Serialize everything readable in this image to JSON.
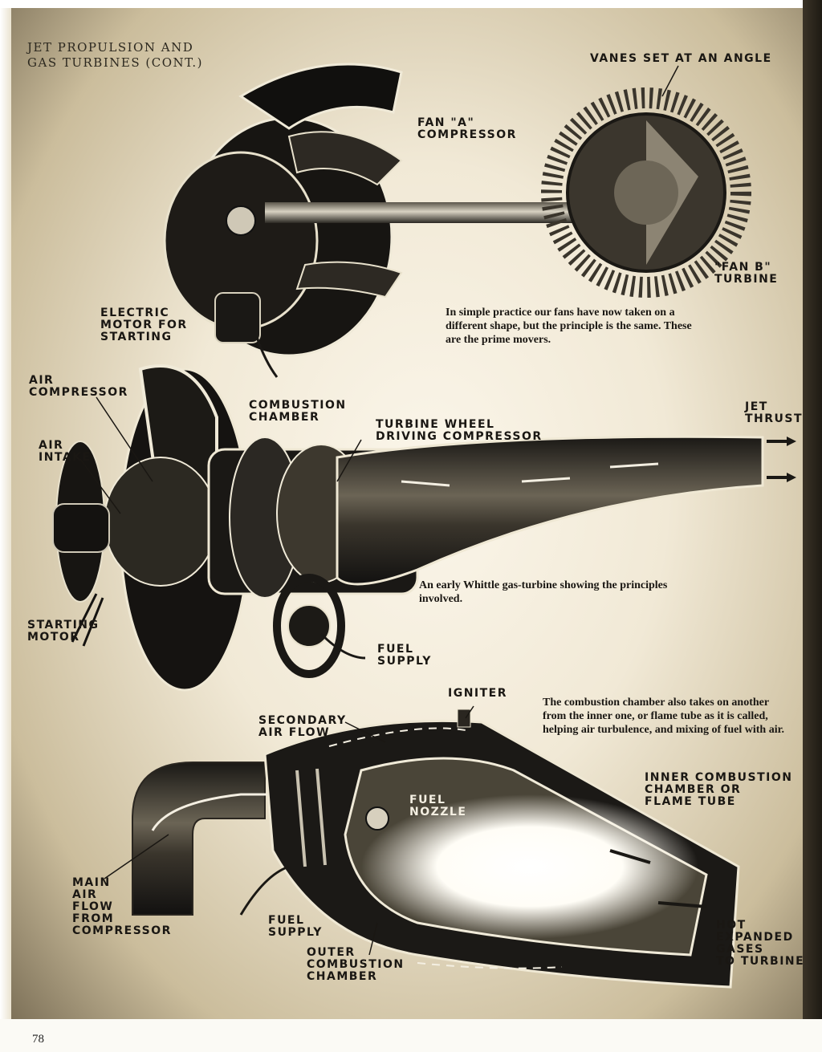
{
  "header": "JET PROPULSION AND\nGAS TURBINES (CONT.)",
  "fig1": {
    "vanes_label": "VANES SET AT AN ANGLE",
    "fan_a_label": "FAN \"A\"\nCOMPRESSOR",
    "fan_b_label": "\"FAN B\"\nTURBINE",
    "motor_label": "ELECTRIC\nMOTOR FOR\nSTARTING",
    "caption": "In simple practice our fans have now taken on a different shape, but the principle is the same. These are the prime movers."
  },
  "fig2": {
    "air_compressor_label": "AIR\nCOMPRESSOR",
    "air_intake_label": "AIR\nINTAKE",
    "combustion_chamber_label": "COMBUSTION\nCHAMBER",
    "turbine_wheel_label": "TURBINE WHEEL\nDRIVING COMPRESSOR",
    "jet_thrust_label": "JET\nTHRUST",
    "starting_motor_label": "STARTING\nMOTOR",
    "fuel_supply_label": "FUEL\nSUPPLY",
    "caption": "An early Whittle gas-turbine showing the principles involved."
  },
  "fig3": {
    "igniter_label": "IGNITER",
    "secondary_air_label": "SECONDARY\nAIR FLOW",
    "caption": "The combustion chamber also takes on another from the inner one, or flame tube as it is called, helping air turbulence, and mixing of fuel with air.",
    "inner_chamber_label": "INNER COMBUSTION\nCHAMBER OR\nFLAME TUBE",
    "fuel_nozzle_label": "FUEL\nNOZZLE",
    "main_air_label": "MAIN\nAIR\nFLOW\nFROM\nCOMPRESSOR",
    "fuel_supply_label": "FUEL\nSUPPLY",
    "outer_chamber_label": "OUTER\nCOMBUSTION\nCHAMBER",
    "hot_gases_label": "HOT\nEXPANDED\nGASES\nTO TURBINE"
  },
  "page_number": "78"
}
